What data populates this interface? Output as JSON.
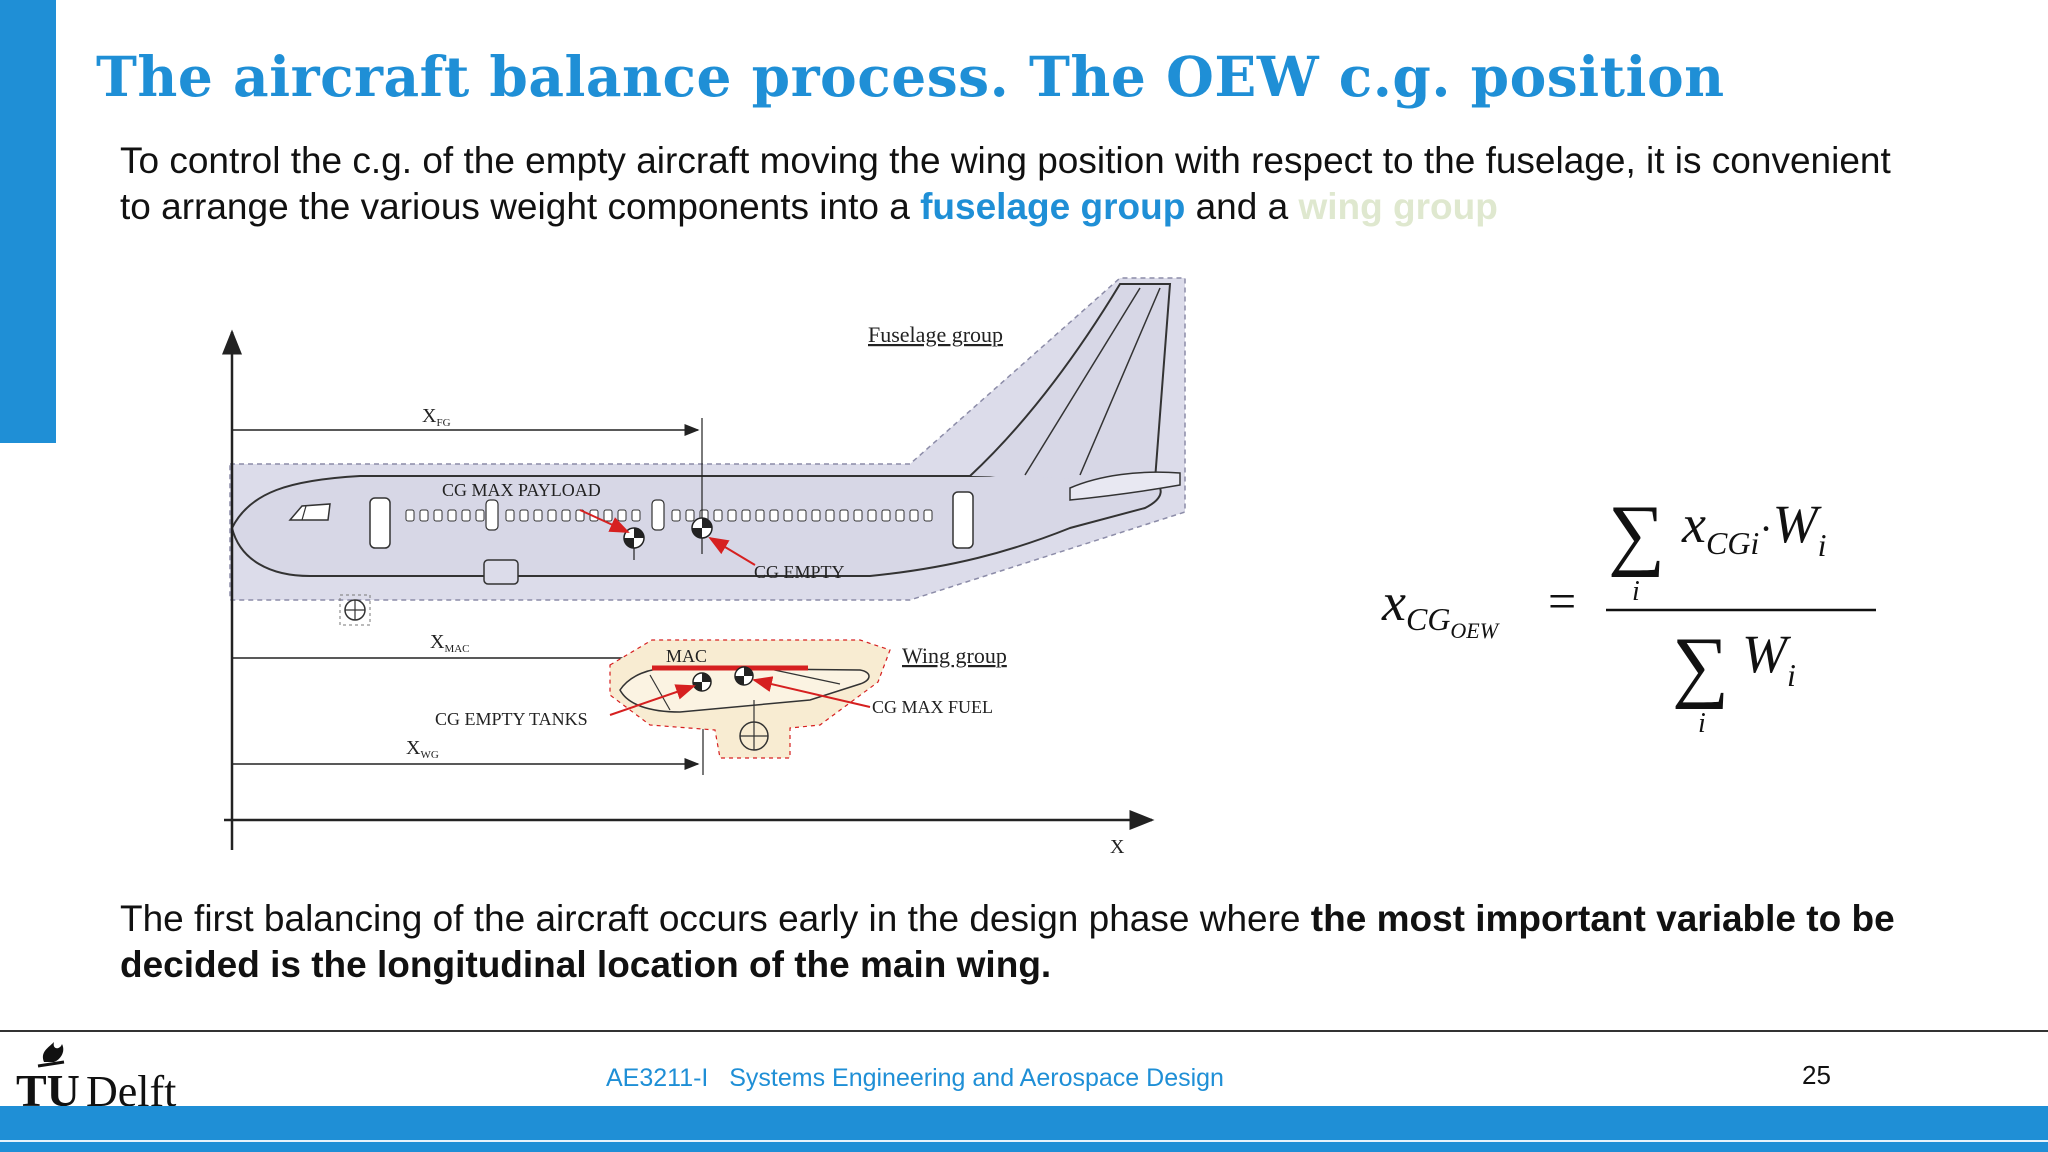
{
  "slide": {
    "title": "The aircraft balance process. The OEW c.g. position",
    "intro": {
      "text_before": "To control the c.g. of the empty aircraft moving the wing position with respect to the fuselage, it is convenient to arrange the various weight components into a ",
      "fuselage_group": "fuselage group",
      "middle": " and a ",
      "wing_group": "wing group"
    },
    "closing": {
      "normal": "The first balancing of the aircraft occurs early in the design phase where ",
      "bold": "the most important variable to be decided is the longitudinal location of the main wing."
    }
  },
  "diagram": {
    "fuselage_group_label": "Fuselage group",
    "wing_group_label": "Wing group",
    "x_fg": "X",
    "x_fg_sub": "FG",
    "x_mac": "X",
    "x_mac_sub": "MAC",
    "x_wg": "X",
    "x_wg_sub": "WG",
    "mac_label": "MAC",
    "cg_max_payload": "CG MAX PAYLOAD",
    "cg_empty": "CG EMPTY",
    "cg_empty_tanks": "CG EMPTY TANKS",
    "cg_max_fuel": "CG MAX FUEL",
    "x_axis": "X"
  },
  "formula": {
    "lhs_x": "x",
    "lhs_sub": "CG",
    "lhs_subsub": "OEW",
    "equals": "=",
    "sum": "∑",
    "num_x": "x",
    "num_sub": "CGi",
    "dot": "·",
    "num_w": "W",
    "num_w_sub": "i",
    "den_w": "W",
    "den_w_sub": "i",
    "index": "i"
  },
  "footer": {
    "logo_tu": "TU",
    "logo_delft": "Delft",
    "course": "AE3211-I   Systems Engineering and Aerospace Design",
    "page_number": "25"
  },
  "colors": {
    "accent": "#1f8fd6",
    "wing_group_text": "#dfe8cf",
    "fuselage_fill": "#dcdcea",
    "wing_fill": "#f8ecd2",
    "mac_line": "#d62020"
  }
}
